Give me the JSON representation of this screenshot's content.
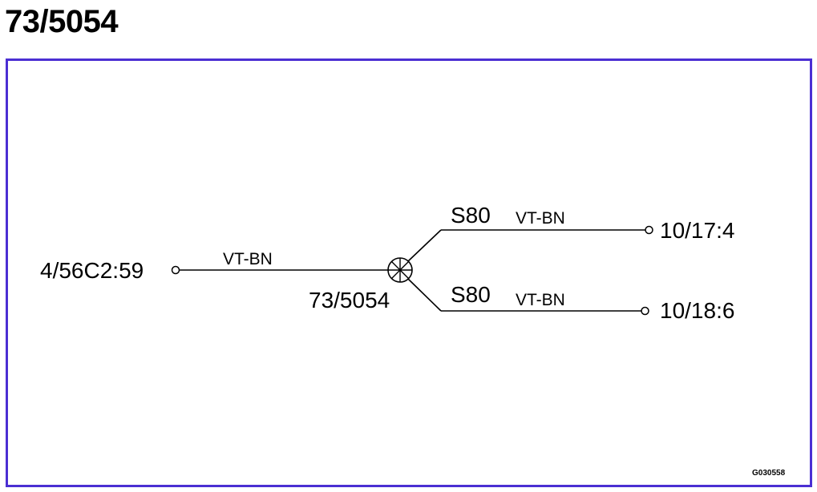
{
  "title": "73/5054",
  "diagram": {
    "source_connector": "4/56C2:59",
    "source_wire_color": "VT-BN",
    "splice_id": "73/5054",
    "branches": [
      {
        "splice_label": "S80",
        "wire_color": "VT-BN",
        "target": "10/17:4"
      },
      {
        "splice_label": "S80",
        "wire_color": "VT-BN",
        "target": "10/18:6"
      }
    ],
    "figure_code": "G030558"
  },
  "colors": {
    "frame_border": "#4b2fd3",
    "line": "#000000",
    "background": "#ffffff"
  }
}
